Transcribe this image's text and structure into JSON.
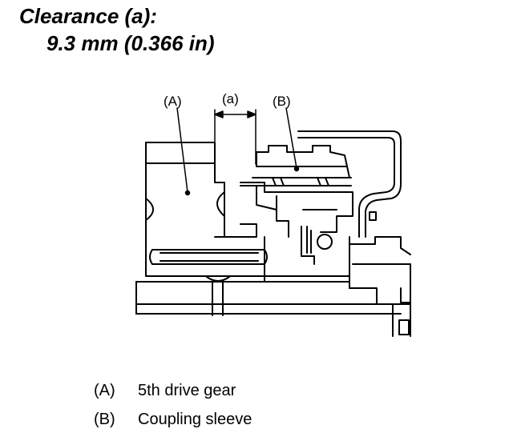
{
  "header": {
    "title": "Clearance (a):",
    "value": "9.3 mm (0.366 in)"
  },
  "diagram": {
    "labels": {
      "a": "(A)",
      "clearance": "(a)",
      "b": "(B)"
    }
  },
  "legend": [
    {
      "key": "(A)",
      "text": "5th drive gear"
    },
    {
      "key": "(B)",
      "text": "Coupling sleeve"
    }
  ]
}
